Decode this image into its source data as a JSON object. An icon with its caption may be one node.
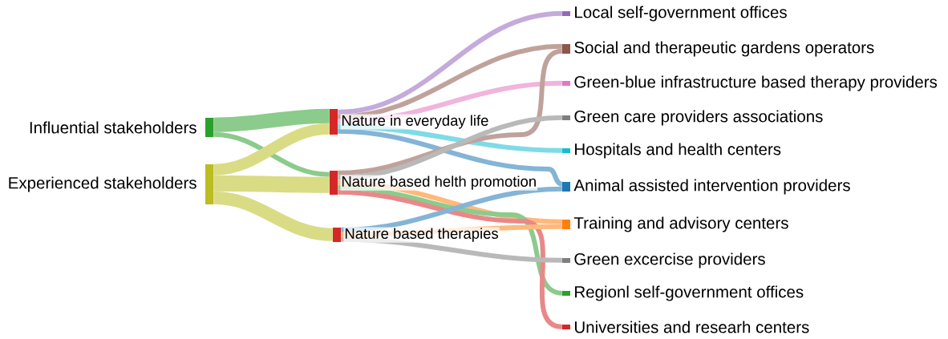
{
  "diagram": {
    "nodes": [
      {
        "text": [
          "Influential stakeholders"
        ]
      },
      {
        "text": [
          "Experienced stakeholders"
        ]
      },
      {
        "text": [
          "Nature in everyday life"
        ]
      },
      {
        "text": [
          "Nature based helth promotion"
        ]
      },
      {
        "text": [
          "Nature based therapies"
        ]
      },
      {
        "text": [
          "Local self-government offices"
        ]
      },
      {
        "text": [
          "Social and therapeutic gardens operators"
        ]
      },
      {
        "text": [
          "Green-blue infrastructure based therapy providers"
        ]
      },
      {
        "text": [
          "Green care providers associations"
        ]
      },
      {
        "text": [
          "Hospitals and health centers"
        ]
      },
      {
        "text": [
          "Animal assisted intervention providers"
        ]
      },
      {
        "text": [
          "Training and advisory centers"
        ]
      },
      {
        "text": [
          "Green excercise providers"
        ]
      },
      {
        "text": [
          "Regionl self-government offices"
        ]
      },
      {
        "text": [
          "Universities and researh centers"
        ]
      }
    ],
    "edges": [
      {
        "from": 0,
        "to": 2,
        "arrow": "none",
        "style": "thick",
        "color": "#8bcb8b"
      },
      {
        "from": 0,
        "to": 3,
        "arrow": "none",
        "color": "#8bcb8b"
      },
      {
        "from": 1,
        "to": 2,
        "arrow": "none",
        "style": "thick",
        "color": "#dadb85"
      },
      {
        "from": 1,
        "to": 3,
        "arrow": "none",
        "style": "thick",
        "color": "#dadb85"
      },
      {
        "from": 1,
        "to": 4,
        "arrow": "none",
        "style": "thick",
        "color": "#dadb85"
      },
      {
        "from": 2,
        "to": 5,
        "arrow": "none",
        "color": "#c4abdb"
      },
      {
        "from": 2,
        "to": 6,
        "arrow": "none",
        "color": "#c0a29c"
      },
      {
        "from": 2,
        "to": 7,
        "arrow": "none",
        "color": "#f0b4dd"
      },
      {
        "from": 2,
        "to": 9,
        "arrow": "none",
        "color": "#7fdbe5"
      },
      {
        "from": 2,
        "to": 10,
        "arrow": "none",
        "color": "#84b4d6"
      },
      {
        "from": 3,
        "to": 6,
        "arrow": "none",
        "color": "#c0a29c"
      },
      {
        "from": 3,
        "to": 8,
        "arrow": "none",
        "color": "#b9b9b9"
      },
      {
        "from": 3,
        "to": 11,
        "arrow": "none",
        "color": "#ffb97b"
      },
      {
        "from": 3,
        "to": 13,
        "arrow": "none",
        "color": "#8bcb8b"
      },
      {
        "from": 3,
        "to": 14,
        "arrow": "none",
        "color": "#e98889"
      },
      {
        "from": 4,
        "to": 10,
        "arrow": "none",
        "color": "#84b4d6"
      },
      {
        "from": 4,
        "to": 11,
        "arrow": "none",
        "color": "#ffb97b"
      },
      {
        "from": 4,
        "to": 12,
        "arrow": "none",
        "color": "#b9b9b9"
      }
    ]
  }
}
